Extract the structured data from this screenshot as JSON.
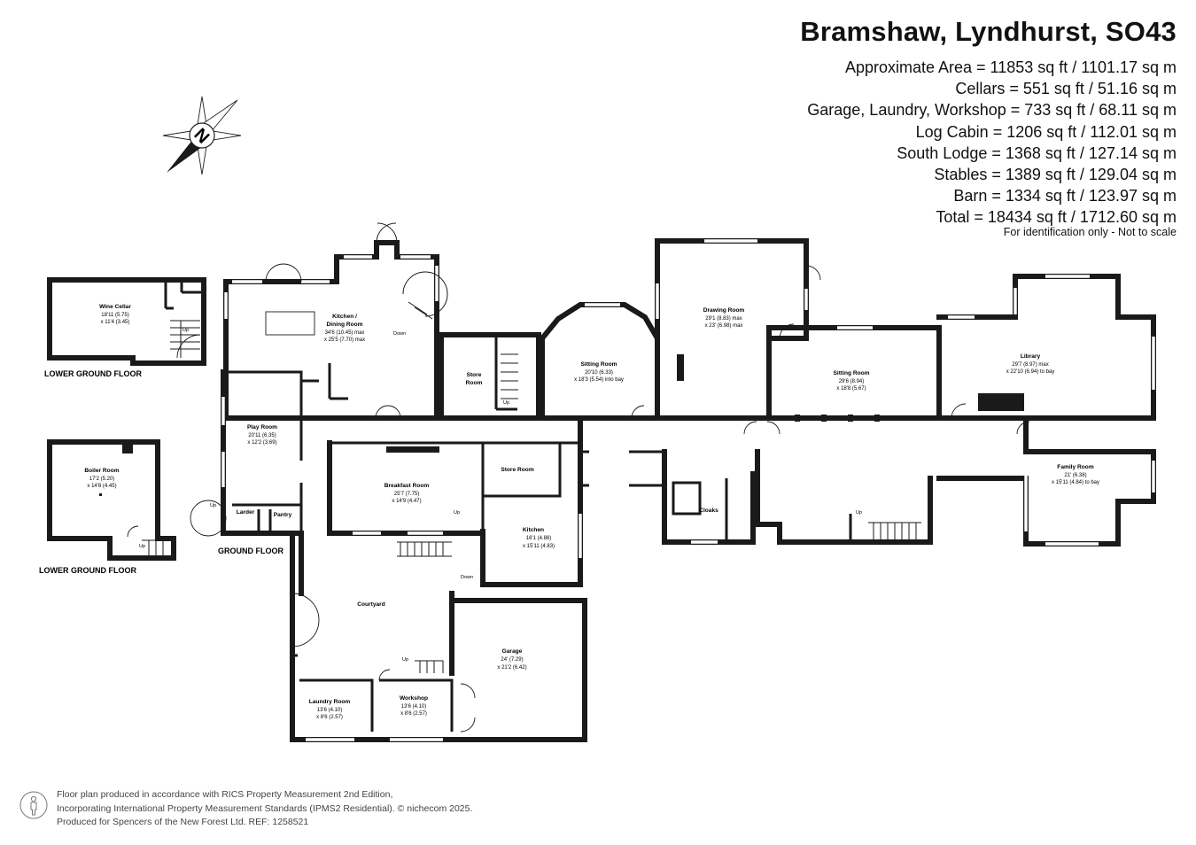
{
  "header": {
    "title": "Bramshaw, Lyndhurst, SO43",
    "areas": [
      "Approximate Area = 11853 sq ft / 1101.17 sq m",
      "Cellars = 551 sq ft / 51.16 sq m",
      "Garage, Laundry, Workshop = 733 sq ft / 68.11 sq m",
      "Log Cabin = 1206 sq ft / 112.01 sq m",
      "South Lodge = 1368 sq ft / 127.14 sq m",
      "Stables = 1389 sq ft / 129.04 sq m",
      "Barn = 1334 sq ft / 123.97 sq m",
      "Total = 18434 sq ft / 1712.60 sq m"
    ],
    "note": "For identification only - Not to scale"
  },
  "compass": {
    "letter": "N"
  },
  "floors": {
    "lower_ground_1": "LOWER GROUND FLOOR",
    "lower_ground_2": "LOWER GROUND FLOOR",
    "ground": "GROUND FLOOR"
  },
  "rooms": {
    "wine_cellar": {
      "name": "Wine Cellar",
      "dim1": "18'11 (5.75)",
      "dim2": "x 11'4 (3.45)"
    },
    "boiler_room": {
      "name": "Boiler Room",
      "dim1": "17'2 (5.20)",
      "dim2": "x 14'8 (4.45)"
    },
    "kitchen_dining": {
      "name1": "Kitchen /",
      "name2": "Dining Room",
      "dim1": "34'6 (10.45) max",
      "dim2": "x 25'5 (7.70) max"
    },
    "play_room": {
      "name": "Play Room",
      "dim1": "20'11 (6.35)",
      "dim2": "x 12'2 (3.69)"
    },
    "store_room_1": {
      "name1": "Store",
      "name2": "Room"
    },
    "sitting_room_1": {
      "name": "Sitting Room",
      "dim1": "20'10 (6.33)",
      "dim2": "x 18'3 (5.54) into bay"
    },
    "drawing_room": {
      "name": "Drawing Room",
      "dim1": "29'1 (8.83) max",
      "dim2": "x 23' (6.98) max"
    },
    "sitting_room_2": {
      "name": "Sitting Room",
      "dim1": "29'6 (8.94)",
      "dim2": "x 18'8 (5.67)"
    },
    "library": {
      "name": "Library",
      "dim1": "29'7 (8.97) max",
      "dim2": "x 22'10 (6.94) to bay"
    },
    "family_room": {
      "name": "Family Room",
      "dim1": "21' (6.38)",
      "dim2": "x 15'11 (4.84) to bay"
    },
    "breakfast_room": {
      "name": "Breakfast Room",
      "dim1": "25'7 (7.75)",
      "dim2": "x 14'9 (4.47)"
    },
    "store_room_2": {
      "name": "Store Room"
    },
    "kitchen": {
      "name": "Kitchen",
      "dim1": "16'1 (4.88)",
      "dim2": "x 15'11 (4.83)"
    },
    "larder": {
      "name": "Larder"
    },
    "pantry": {
      "name": "Pantry"
    },
    "cloaks": {
      "name": "Cloaks"
    },
    "courtyard": {
      "name": "Courtyard"
    },
    "garage": {
      "name": "Garage",
      "dim1": "24' (7.29)",
      "dim2": "x 21'2 (6.42)"
    },
    "laundry_room": {
      "name": "Laundry Room",
      "dim1": "13'6 (4.10)",
      "dim2": "x 8'6 (2.57)"
    },
    "workshop": {
      "name": "Workshop",
      "dim1": "13'6 (4.10)",
      "dim2": "x 8'6 (2.57)"
    }
  },
  "stair_labels": {
    "up": "Up",
    "down": "Down"
  },
  "footer": {
    "line1": "Floor plan produced in accordance with RICS Property Measurement 2nd Edition,",
    "line2": "Incorporating International Property Measurement Standards (IPMS2 Residential).   © nichecom 2025.",
    "line3": "Produced for Spencers of the New Forest Ltd.   REF:  1258521"
  },
  "colors": {
    "wall": "#1a1a1a",
    "window": "#ffffff",
    "ink": "#111111"
  }
}
